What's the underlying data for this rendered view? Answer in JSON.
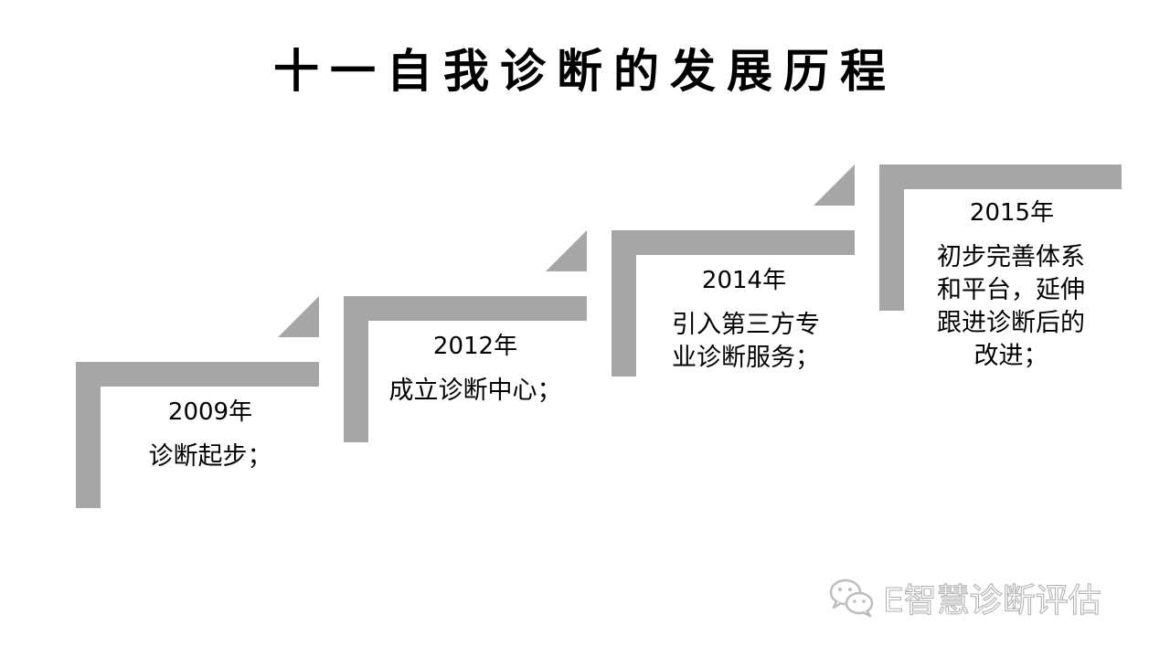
{
  "title": "十一自我诊断的发展历程",
  "steps": [
    {
      "year": "2009年",
      "desc": "诊断起步；"
    },
    {
      "year": "2012年",
      "desc": "成立诊断中心；"
    },
    {
      "year": "2014年",
      "desc": "引入第三方专\n业诊断服务；"
    },
    {
      "year": "2015年",
      "desc": "初步完善体系\n和平台，延伸\n跟进诊断后的\n改进；"
    }
  ],
  "watermark": {
    "icon": "wechat-icon",
    "text": "E智慧诊断评估"
  },
  "colors": {
    "step_gray": "#a6a6a6",
    "watermark": "#bdbdbd"
  }
}
